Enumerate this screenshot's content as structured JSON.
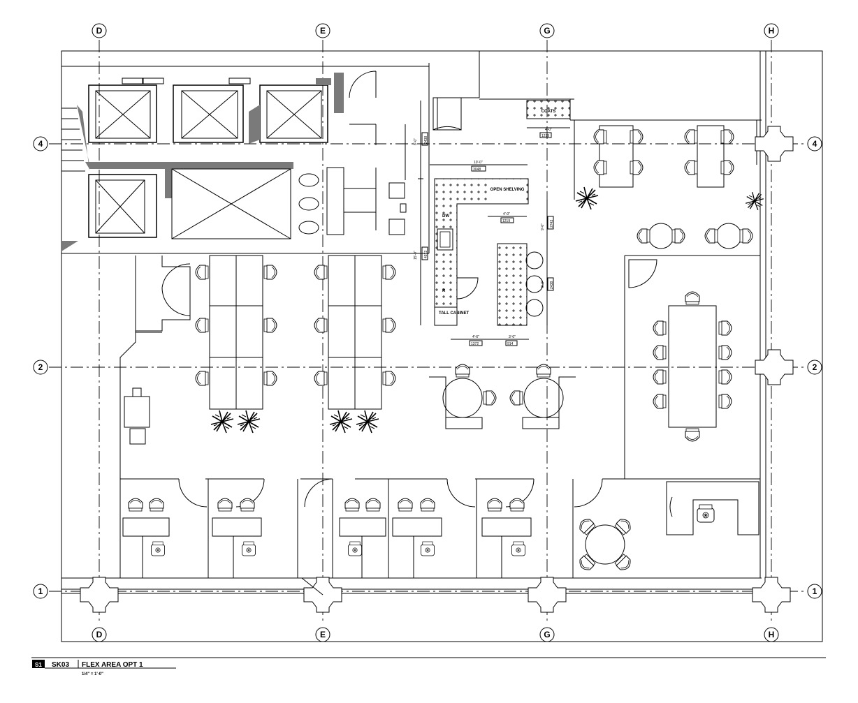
{
  "grid_labels": {
    "columns": [
      "D",
      "E",
      "G",
      "H"
    ],
    "rows": [
      "4",
      "2",
      "1"
    ]
  },
  "room_labels": {
    "coats": "COATS",
    "open_shelving": "OPEN SHELVING",
    "dw": "DW",
    "r": "R",
    "tall_cabinet": "TALL CABINET"
  },
  "dimensions": {
    "coats_width": "4'-0\"",
    "coats_width_mm": "1219",
    "wall_a": "8'-0\"",
    "wall_a_mm": "2438",
    "counter_top": "10'-0\"",
    "counter_top_mm": "3048",
    "island_top": "4'-0\"",
    "island_top_mm": "1219",
    "right_side": "9'-0\"",
    "right_side_mm": "2743",
    "left_side": "15'-0\"",
    "left_side_mm": "4572",
    "island_side": "8'-0\"",
    "island_side_mm": "2438",
    "bottom_left": "4'-6\"",
    "bottom_left_mm": "1372",
    "bottom_right": "3'-0\"",
    "bottom_right_mm": "914"
  },
  "title_block": {
    "sheet_tag": "S1",
    "sheet_number": "SK03",
    "title": "FLEX AREA OPT 1",
    "scale": "1/4\" = 1'-0\""
  },
  "colors": {
    "line": "#000000",
    "shade": "#7a7a7a",
    "background": "#ffffff"
  }
}
